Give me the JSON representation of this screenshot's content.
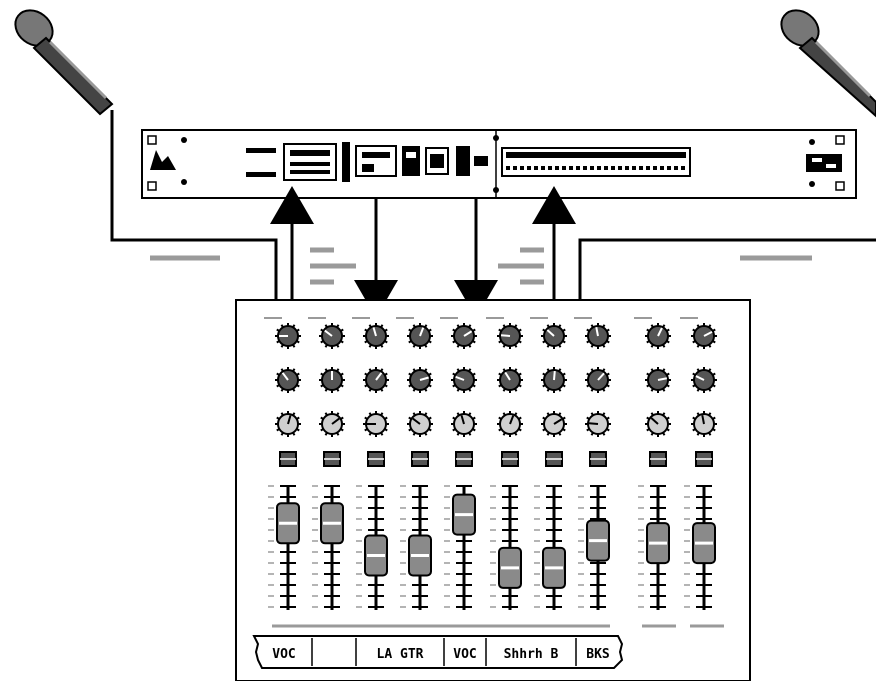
{
  "diagram": {
    "microphones": [
      {
        "name": "left-microphone-icon",
        "icon": "microphone"
      },
      {
        "name": "right-microphone-icon",
        "icon": "microphone"
      }
    ],
    "rack_unit": {
      "icon": "rack-effects-processor"
    },
    "mixer": {
      "channel_count": 10,
      "knob_rows": 3,
      "fader_levels": [
        0.78,
        0.78,
        0.52,
        0.52,
        0.85,
        0.42,
        0.42,
        0.64,
        0.62,
        0.62
      ]
    },
    "scribble_strip": {
      "labels": [
        "VOC",
        "",
        "LA GTR",
        "VOC",
        "Shhrh B",
        "BKS"
      ]
    },
    "connections": [
      {
        "direction": "to-rack"
      },
      {
        "direction": "to-mixer"
      },
      {
        "direction": "to-mixer"
      },
      {
        "direction": "to-rack"
      }
    ],
    "colors": {
      "ink": "#000000",
      "knob_dark": "#555555",
      "knob_light": "#cfcfcf",
      "fader_cap": "#8a8a8a",
      "line_gray": "#9a9a9a"
    }
  }
}
